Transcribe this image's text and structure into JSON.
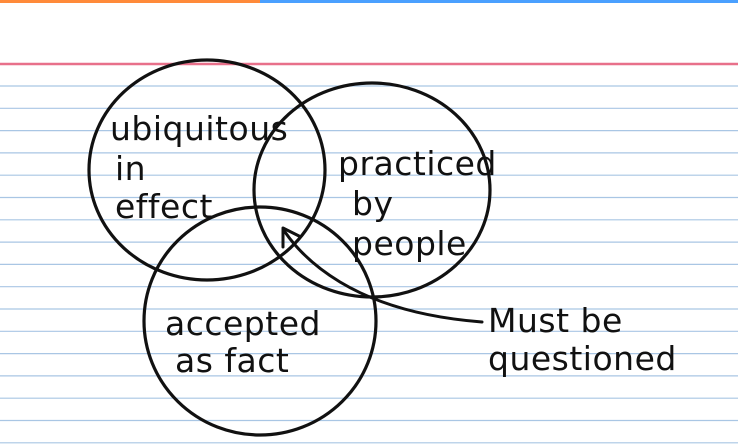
{
  "card": {
    "header_rule_color": "#e8708a",
    "rule_color": "#a9c6e4",
    "margin_stripe_colors": [
      "#ff8a3a",
      "#4aa0ff"
    ]
  },
  "diagram": {
    "circles": [
      {
        "id": "ubiquitous",
        "lines": [
          "ubiquitous",
          "in",
          "effect"
        ]
      },
      {
        "id": "practiced",
        "lines": [
          "practiced",
          "by",
          "people"
        ]
      },
      {
        "id": "accepted",
        "lines": [
          "accepted",
          "as fact"
        ]
      }
    ],
    "annotation": {
      "lines": [
        "Must be",
        "questioned"
      ]
    }
  }
}
